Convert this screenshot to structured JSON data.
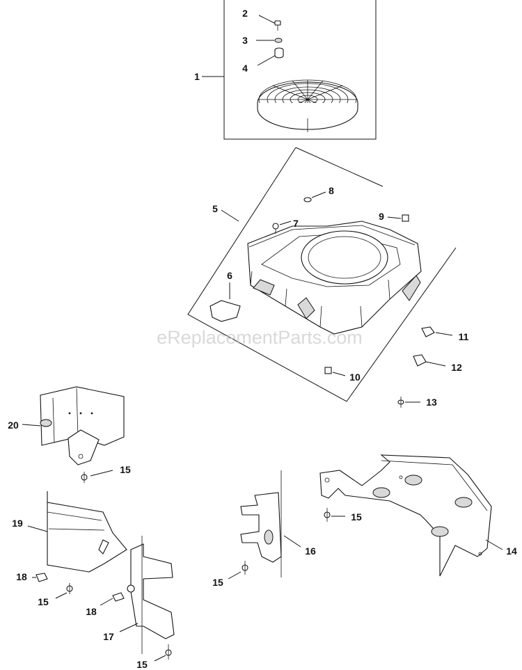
{
  "watermark": "eReplacementParts.com",
  "callouts": [
    {
      "id": "1",
      "text": "1"
    },
    {
      "id": "2",
      "text": "2"
    },
    {
      "id": "3",
      "text": "3"
    },
    {
      "id": "4",
      "text": "4"
    },
    {
      "id": "5",
      "text": "5"
    },
    {
      "id": "6",
      "text": "6"
    },
    {
      "id": "7",
      "text": "7"
    },
    {
      "id": "8",
      "text": "8"
    },
    {
      "id": "9",
      "text": "9"
    },
    {
      "id": "10",
      "text": "10"
    },
    {
      "id": "11",
      "text": "11"
    },
    {
      "id": "12",
      "text": "12"
    },
    {
      "id": "13",
      "text": "13"
    },
    {
      "id": "14",
      "text": "14"
    },
    {
      "id": "15a",
      "text": "15"
    },
    {
      "id": "15b",
      "text": "15"
    },
    {
      "id": "15c",
      "text": "15"
    },
    {
      "id": "15d",
      "text": "15"
    },
    {
      "id": "15e",
      "text": "15"
    },
    {
      "id": "16",
      "text": "16"
    },
    {
      "id": "17",
      "text": "17"
    },
    {
      "id": "18a",
      "text": "18"
    },
    {
      "id": "18b",
      "text": "18"
    },
    {
      "id": "19",
      "text": "19"
    },
    {
      "id": "20",
      "text": "20"
    }
  ]
}
